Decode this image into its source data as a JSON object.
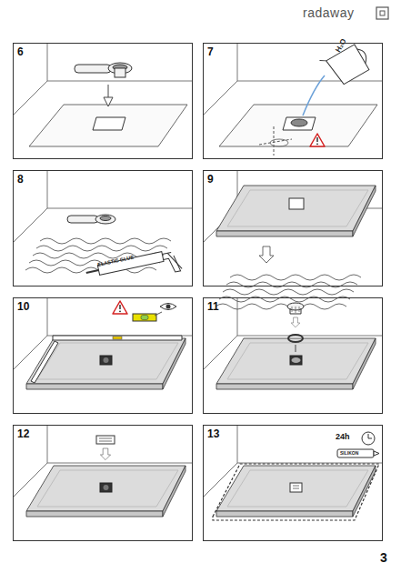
{
  "diagram": {
    "nodes": [
      {
        "text": [
          "6"
        ]
      },
      {
        "text": [
          "7"
        ]
      },
      {
        "text": [
          "8"
        ]
      },
      {
        "text": [
          "9"
        ]
      },
      {
        "text": [
          "10"
        ]
      },
      {
        "text": [
          "11"
        ]
      },
      {
        "text": [
          "12"
        ]
      },
      {
        "text": [
          "13"
        ]
      }
    ],
    "labels": [
      "radaway",
      "H₂O",
      "ELASTIC GLUE",
      "24h",
      "SILIKON",
      "3"
    ]
  }
}
